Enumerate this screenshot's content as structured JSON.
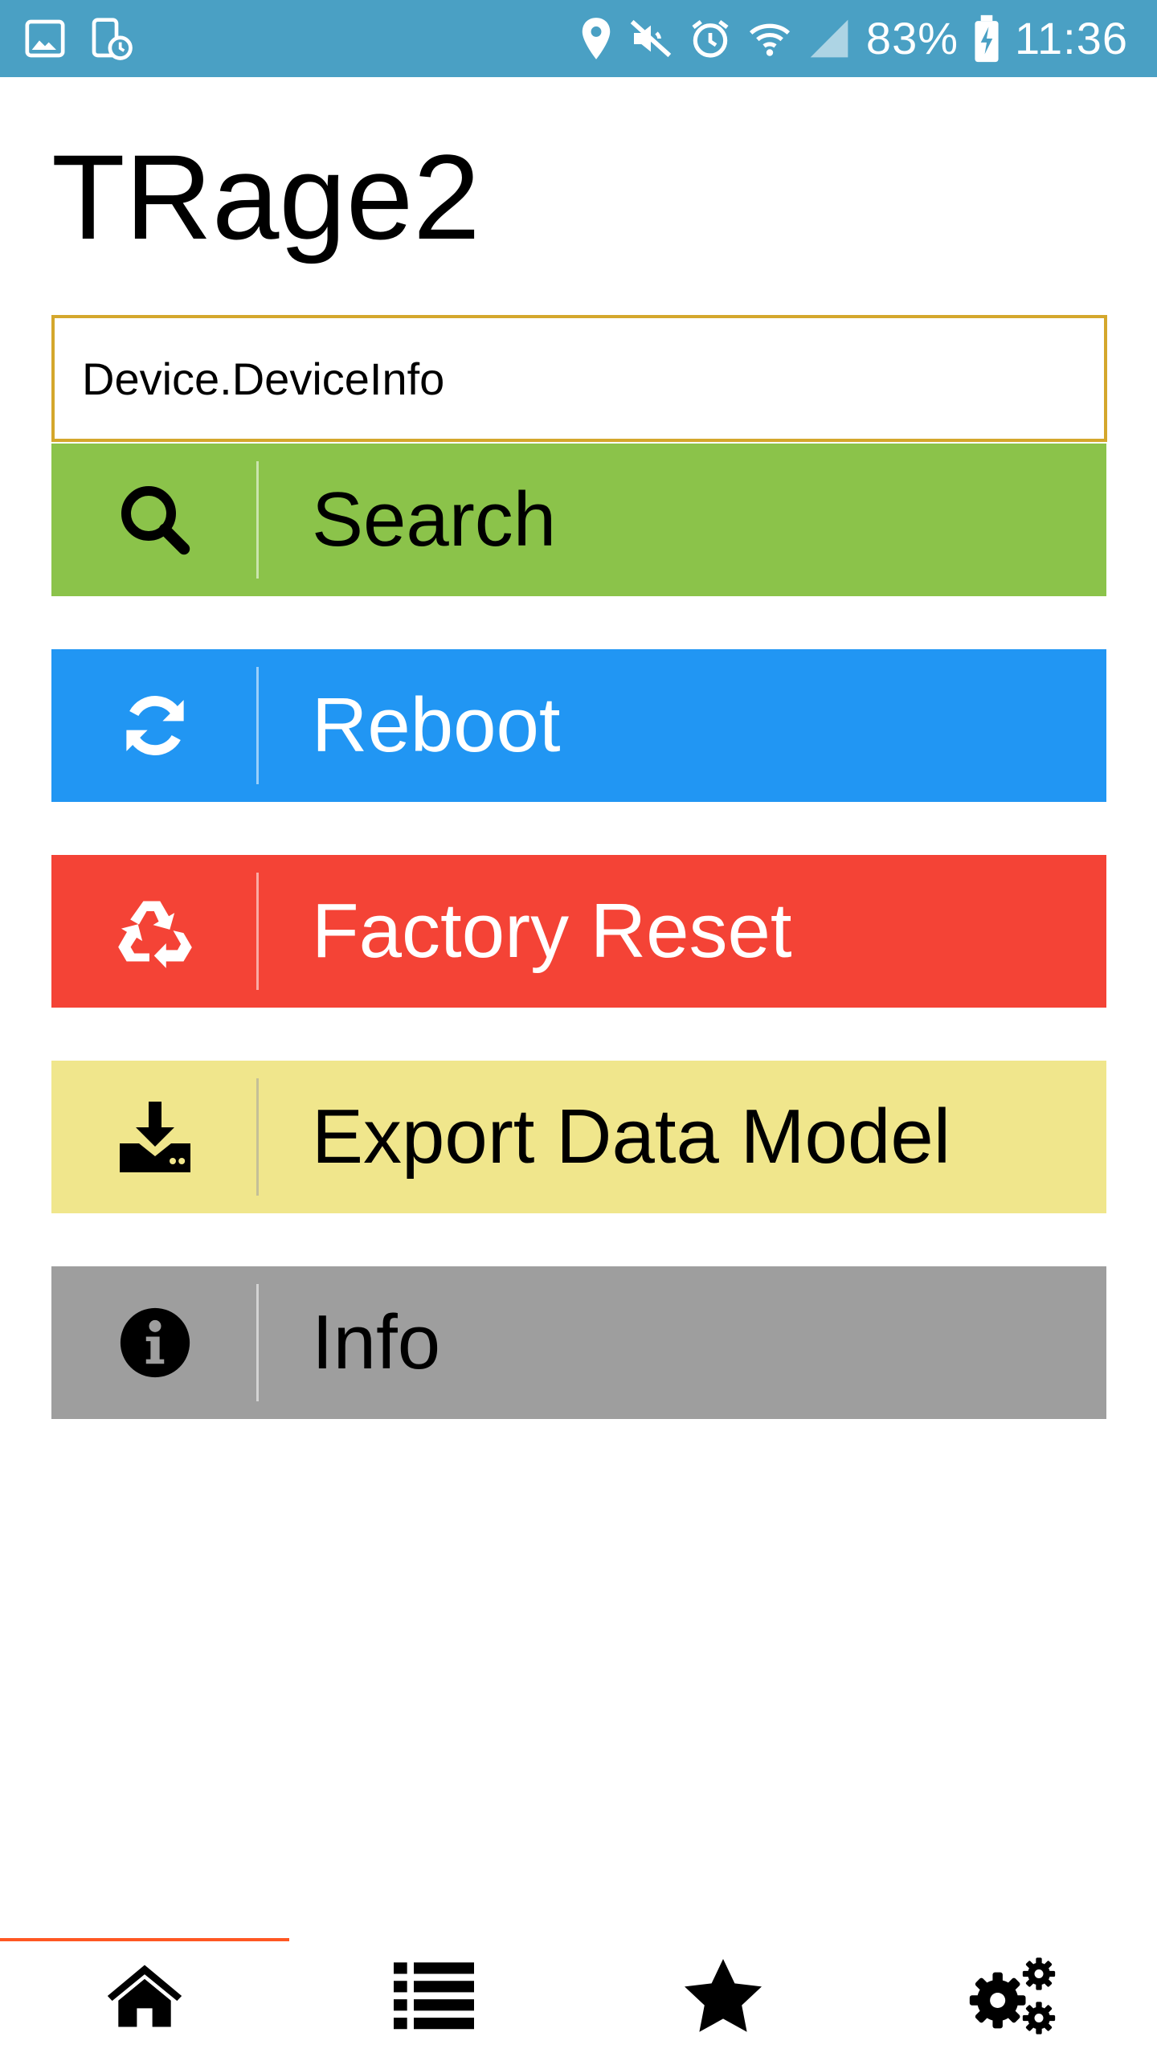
{
  "status_bar": {
    "battery": "83%",
    "time": "11:36",
    "icons": [
      "image-icon",
      "screen-timer-icon",
      "location-icon",
      "mute-icon",
      "alarm-icon",
      "wifi-icon",
      "signal-icon",
      "battery-charging-icon"
    ]
  },
  "app": {
    "title": "TRage2"
  },
  "search": {
    "value": "Device.DeviceInfo"
  },
  "actions": [
    {
      "label": "Search",
      "icon": "search-icon",
      "color": "#8bc34a"
    },
    {
      "label": "Reboot",
      "icon": "refresh-icon",
      "color": "#2196f3"
    },
    {
      "label": "Factory Reset",
      "icon": "recycle-icon",
      "color": "#f44336"
    },
    {
      "label": "Export Data Model",
      "icon": "download-icon",
      "color": "#f0e68c"
    },
    {
      "label": "Info",
      "icon": "info-icon",
      "color": "#9e9e9e"
    }
  ],
  "nav": {
    "items": [
      {
        "icon": "home-icon",
        "active": true
      },
      {
        "icon": "list-icon",
        "active": false
      },
      {
        "icon": "star-icon",
        "active": false
      },
      {
        "icon": "settings-icon",
        "active": false
      }
    ],
    "accent": "#ff5722"
  }
}
